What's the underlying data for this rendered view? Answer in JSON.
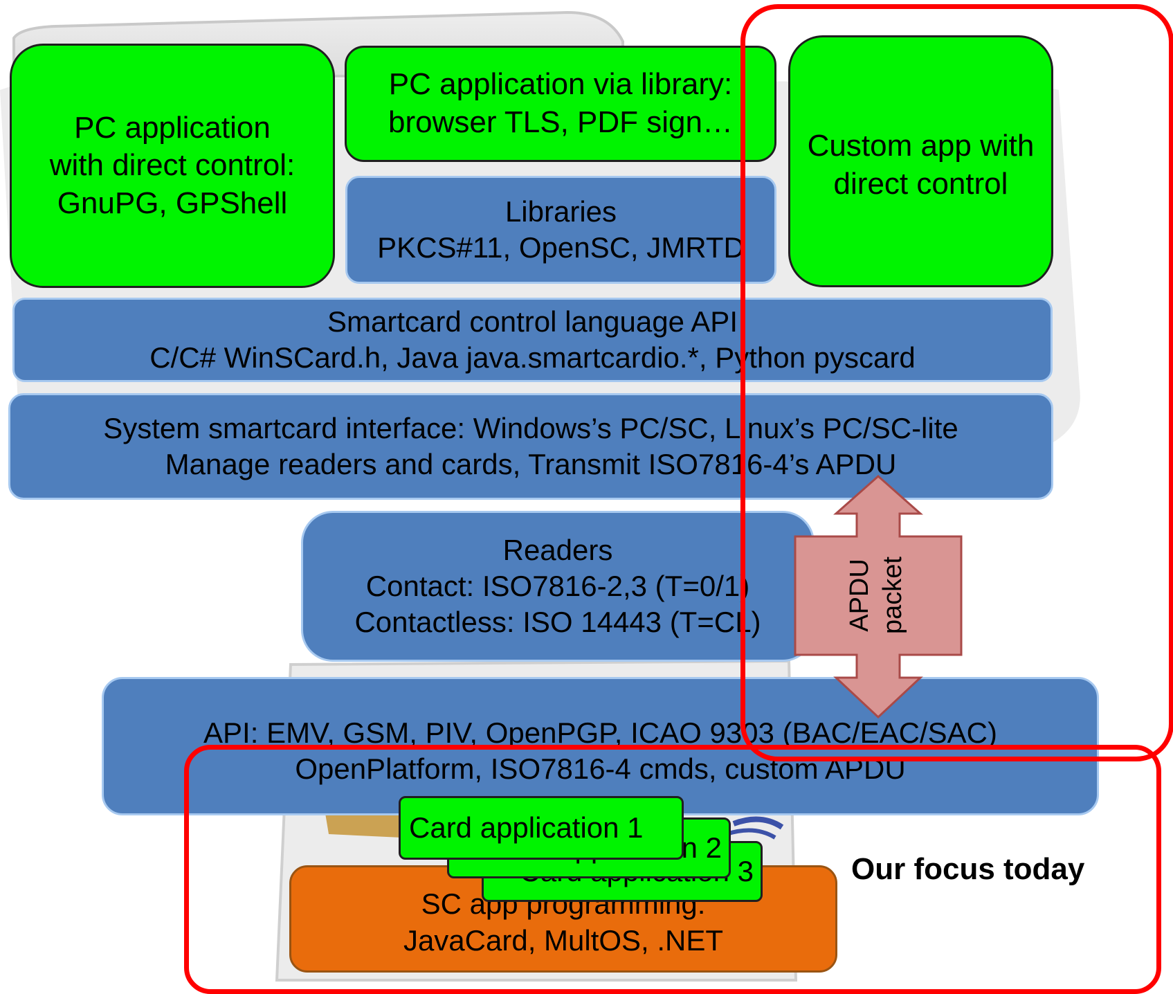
{
  "blocks": {
    "pc_direct": [
      "PC application",
      "with direct control:",
      "GnuPG, GPShell"
    ],
    "pc_library": [
      "PC application via library:",
      "browser TLS, PDF sign…"
    ],
    "custom_app": [
      "Custom app with",
      "direct control"
    ],
    "libraries": [
      "Libraries",
      "PKCS#11, OpenSC, JMRTD"
    ],
    "control_api": [
      "Smartcard control language API",
      "C/C# WinSCard.h, Java java.smartcardio.*, Python pyscard"
    ],
    "system_interface": [
      "System smartcard interface: Windows’s PC/SC, Linux’s PC/SC-lite",
      "Manage readers and cards, Transmit ISO7816-4’s APDU"
    ],
    "readers": [
      "Readers",
      "Contact: ISO7816-2,3 (T=0/1)",
      "Contactless: ISO 14443 (T=CL)"
    ],
    "card_api": [
      "API: EMV, GSM, PIV, OpenPGP, ICAO 9303 (BAC/EAC/SAC)",
      "OpenPlatform, ISO7816-4 cmds, custom APDU"
    ],
    "sc_programming": [
      "SC app programming:",
      "JavaCard, MultOS, .NET"
    ],
    "card_apps": [
      "Card application 1",
      "Card application 2",
      "Card application 3"
    ]
  },
  "arrow_label": [
    "APDU",
    "packet"
  ],
  "focus_label": "Our focus today",
  "colors": {
    "app_green": "#00f400",
    "layer_blue": "#4f7fbd",
    "programming_orange": "#e96c0c",
    "focus_red": "#ff0000",
    "arrow_fill": "#d99593"
  }
}
